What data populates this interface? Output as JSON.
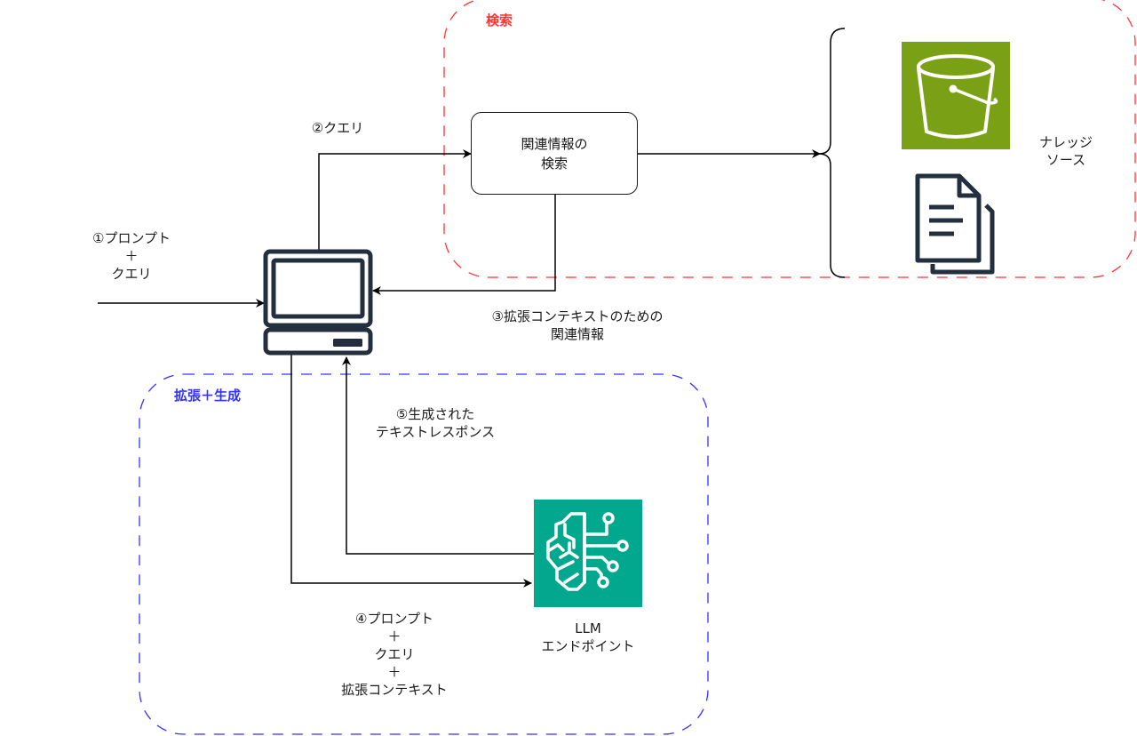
{
  "groups": {
    "retrieval": {
      "title": "検索",
      "color": "#ff3333"
    },
    "augment_generate": {
      "title": "拡張＋生成",
      "color": "#3333ff"
    }
  },
  "nodes": {
    "client": {
      "icon": "computer-icon"
    },
    "search_box": {
      "label": "関連情報の\n検索"
    },
    "s3": {
      "icon": "bucket-icon",
      "color": "#7aa116"
    },
    "documents": {
      "icon": "documents-icon"
    },
    "knowledge_source": {
      "label": "ナレッジ\nソース"
    },
    "llm": {
      "icon": "brain-circuit-icon",
      "color": "#01a88d",
      "label": "LLM\nエンドポイント"
    }
  },
  "edges": {
    "step1": {
      "label": "①プロンプト\n＋\nクエリ"
    },
    "step2": {
      "label": "②クエリ"
    },
    "step3": {
      "label": "③拡張コンテキストのための\n関連情報"
    },
    "step4": {
      "label": "④プロンプト\n＋\nクエリ\n＋\n拡張コンテキスト"
    },
    "step5": {
      "label": "⑤生成された\nテキストレスポンス"
    }
  },
  "colors": {
    "icon_dark": "#232f3e",
    "line": "#000000"
  }
}
